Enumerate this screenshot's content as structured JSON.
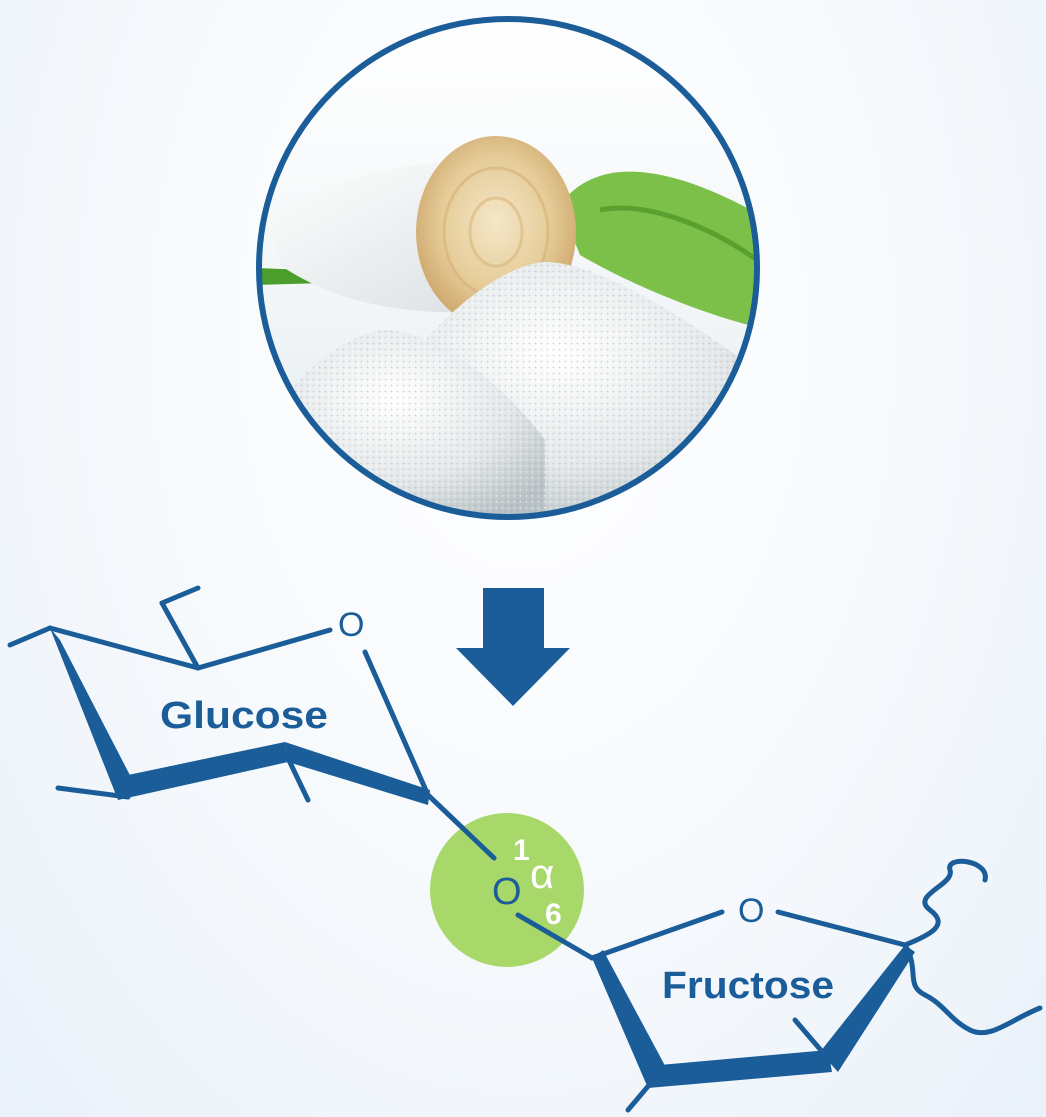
{
  "glucose": {
    "label": "Glucose",
    "ring_oxygen": "O"
  },
  "fructose": {
    "label": "Fructose",
    "ring_oxygen": "O"
  },
  "linkage": {
    "oxygen": "O",
    "carbon_glucose": "1",
    "carbon_fructose": "6",
    "anomer": "α"
  },
  "colors": {
    "blue": "#1a5d99",
    "green": "#a8d86a",
    "white": "#ffffff"
  },
  "illustration": {
    "subject": "sugar-beet-and-sugar-photo"
  }
}
